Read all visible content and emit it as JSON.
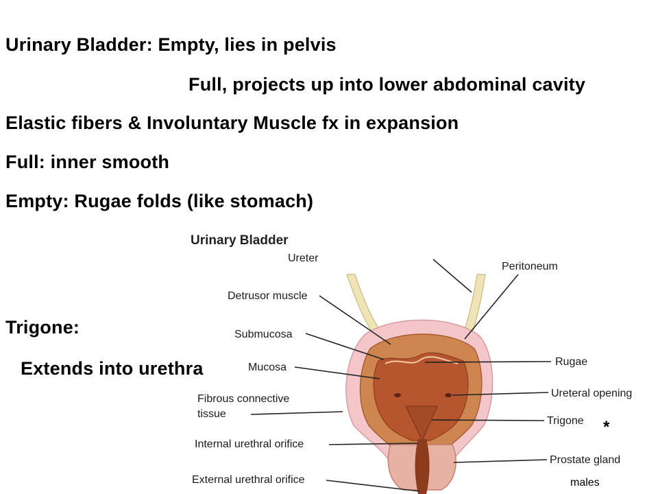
{
  "text_lines": [
    "Urinary Bladder: Empty, lies in pelvis",
    "Full, projects up into lower abdominal cavity",
    "Elastic fibers & Involuntary Muscle fx in expansion",
    "Full: inner smooth",
    "Empty: Rugae folds (like stomach)",
    "Trigone:",
    "Extends into urethra"
  ],
  "figure": {
    "title": "Urinary Bladder",
    "labels": {
      "ureter": "Ureter",
      "peritoneum": "Peritoneum",
      "detrusor": "Detrusor muscle",
      "submucosa": "Submucosa",
      "mucosa": "Mucosa",
      "fibrous1": "Fibrous connective",
      "fibrous2": "tissue",
      "internal_orifice": "Internal urethral orifice",
      "external_orifice": "External urethral orifice",
      "rugae": "Rugae",
      "ureteral_opening": "Ureteral opening",
      "trigone": "Trigone",
      "prostate": "Prostate gland"
    },
    "star": "*",
    "males_note": "males"
  },
  "colors": {
    "text": "#000000",
    "peritoneum": "#f3c7c9",
    "muscle": "#c8733f",
    "mucosa_fill": "#b5562e",
    "ureter": "#efe3b8"
  }
}
